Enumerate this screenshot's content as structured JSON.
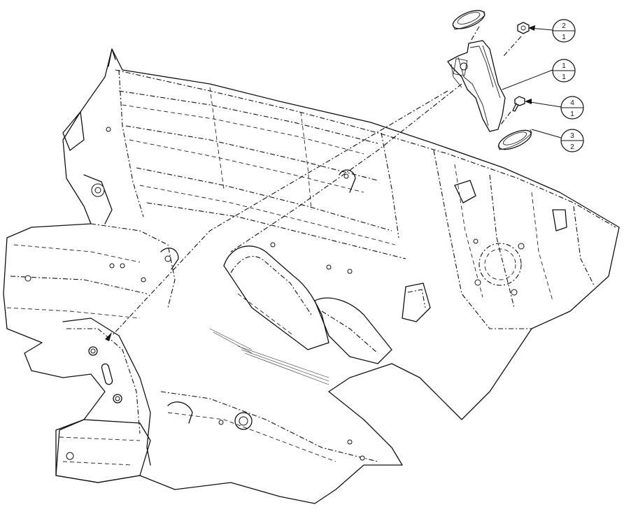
{
  "callouts": [
    {
      "item": "2",
      "qty": "1"
    },
    {
      "item": "1",
      "qty": "1"
    },
    {
      "item": "4",
      "qty": "1"
    },
    {
      "item": "3",
      "qty": "2"
    }
  ]
}
